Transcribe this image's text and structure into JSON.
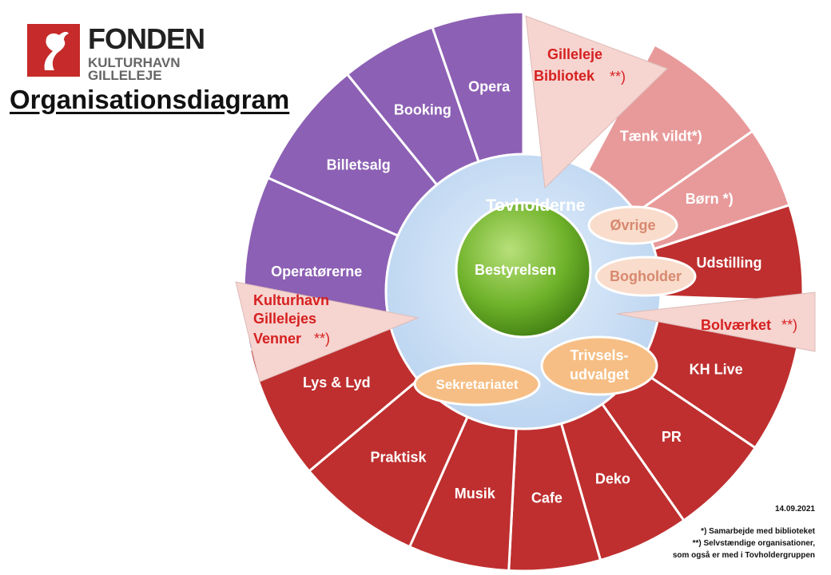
{
  "logo": {
    "name": "FONDEN",
    "line1": "KULTURHAVN",
    "line2": "GILLELEJE"
  },
  "title": "Organisationsdiagram",
  "diagram": {
    "outer_purple": [
      "Operatørerne",
      "Billetsalg",
      "Booking",
      "Opera"
    ],
    "outer_pink": [
      "Tænk vildt*)",
      "Børn *)"
    ],
    "outer_red": [
      "Udstilling",
      "KH Live",
      "PR",
      "Deko",
      "Cafe",
      "Musik",
      "Praktisk",
      "Lys & Lyd"
    ],
    "external": {
      "top": [
        "Gilleleje",
        "Bibliotek",
        "**)"
      ],
      "right": [
        "Bolværket",
        "**)"
      ],
      "left": [
        "Kulturhavn",
        "Gillelejes",
        "Venner",
        "**)"
      ]
    },
    "inner_title": "Tovholderne",
    "center": "Bestyrelsen",
    "pills": {
      "ovrige": "Øvrige",
      "bogholder": "Bogholder",
      "trivsels_line1": "Trivsels-",
      "trivsels_line2": "udvalget",
      "sekretariatet": "Sekretariatet"
    }
  },
  "colors": {
    "purple": "#8c60b4",
    "pink": "#e89a9a",
    "red": "#bf2f2f",
    "light_blue": "#cfe2f7",
    "green": "#6fb22a",
    "pill_peach": "#f6be84",
    "pill_light": "#f9dccb",
    "external_fill": "#f6d4d0",
    "external_text": "#d62020"
  },
  "date": "14.09.2021",
  "notes": [
    "*) Samarbejde med biblioteket",
    "**) Selvstændige organisationer,",
    "som også er med i Tovholdergruppen"
  ]
}
